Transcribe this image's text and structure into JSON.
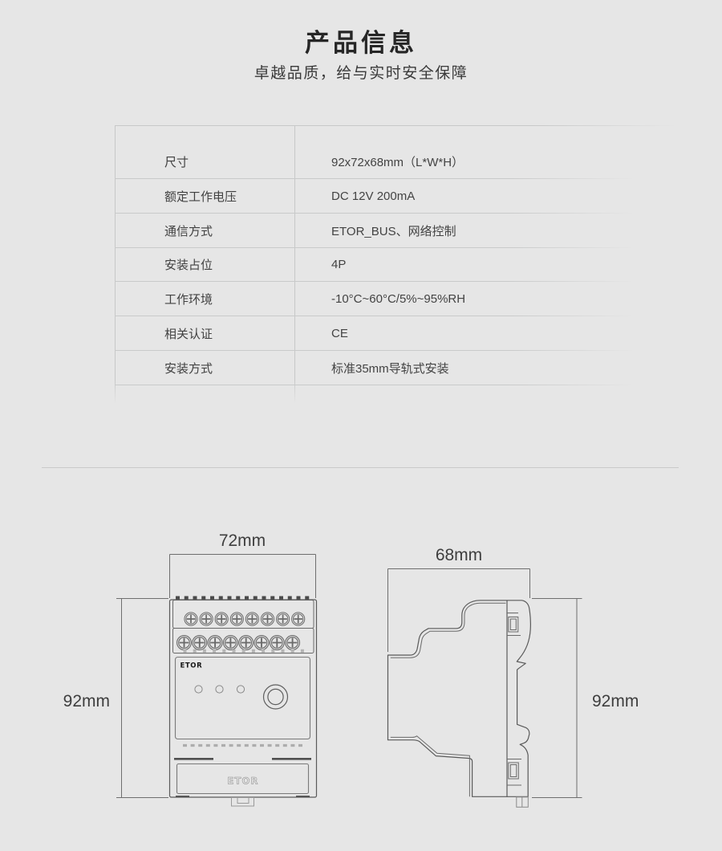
{
  "header": {
    "title": "产品信息",
    "subtitle": "卓越品质，给与实时安全保障"
  },
  "spec_table": {
    "rows": [
      {
        "label": "尺寸",
        "value": "92x72x68mm（L*W*H）"
      },
      {
        "label": "额定工作电压",
        "value": "DC 12V 200mA"
      },
      {
        "label": "通信方式",
        "value": "ETOR_BUS、网络控制"
      },
      {
        "label": "安装占位",
        "value": "4P"
      },
      {
        "label": "工作环境",
        "value": "-10°C~60°C/5%~95%RH"
      },
      {
        "label": "相关认证",
        "value": "CE"
      },
      {
        "label": "安装方式",
        "value": "标准35mm导轨式安装"
      }
    ]
  },
  "drawings": {
    "front": {
      "width_label": "72mm",
      "height_label": "92mm",
      "logo_top": "ETOR",
      "logo_bottom": "ETOR"
    },
    "side": {
      "depth_label": "68mm",
      "height_label": "92mm"
    }
  },
  "colors": {
    "page_bg": "#e6e6e6",
    "table_line": "#c8c9c9",
    "drawing_line": "#5a5a5a",
    "text": "#3c3c3c"
  }
}
